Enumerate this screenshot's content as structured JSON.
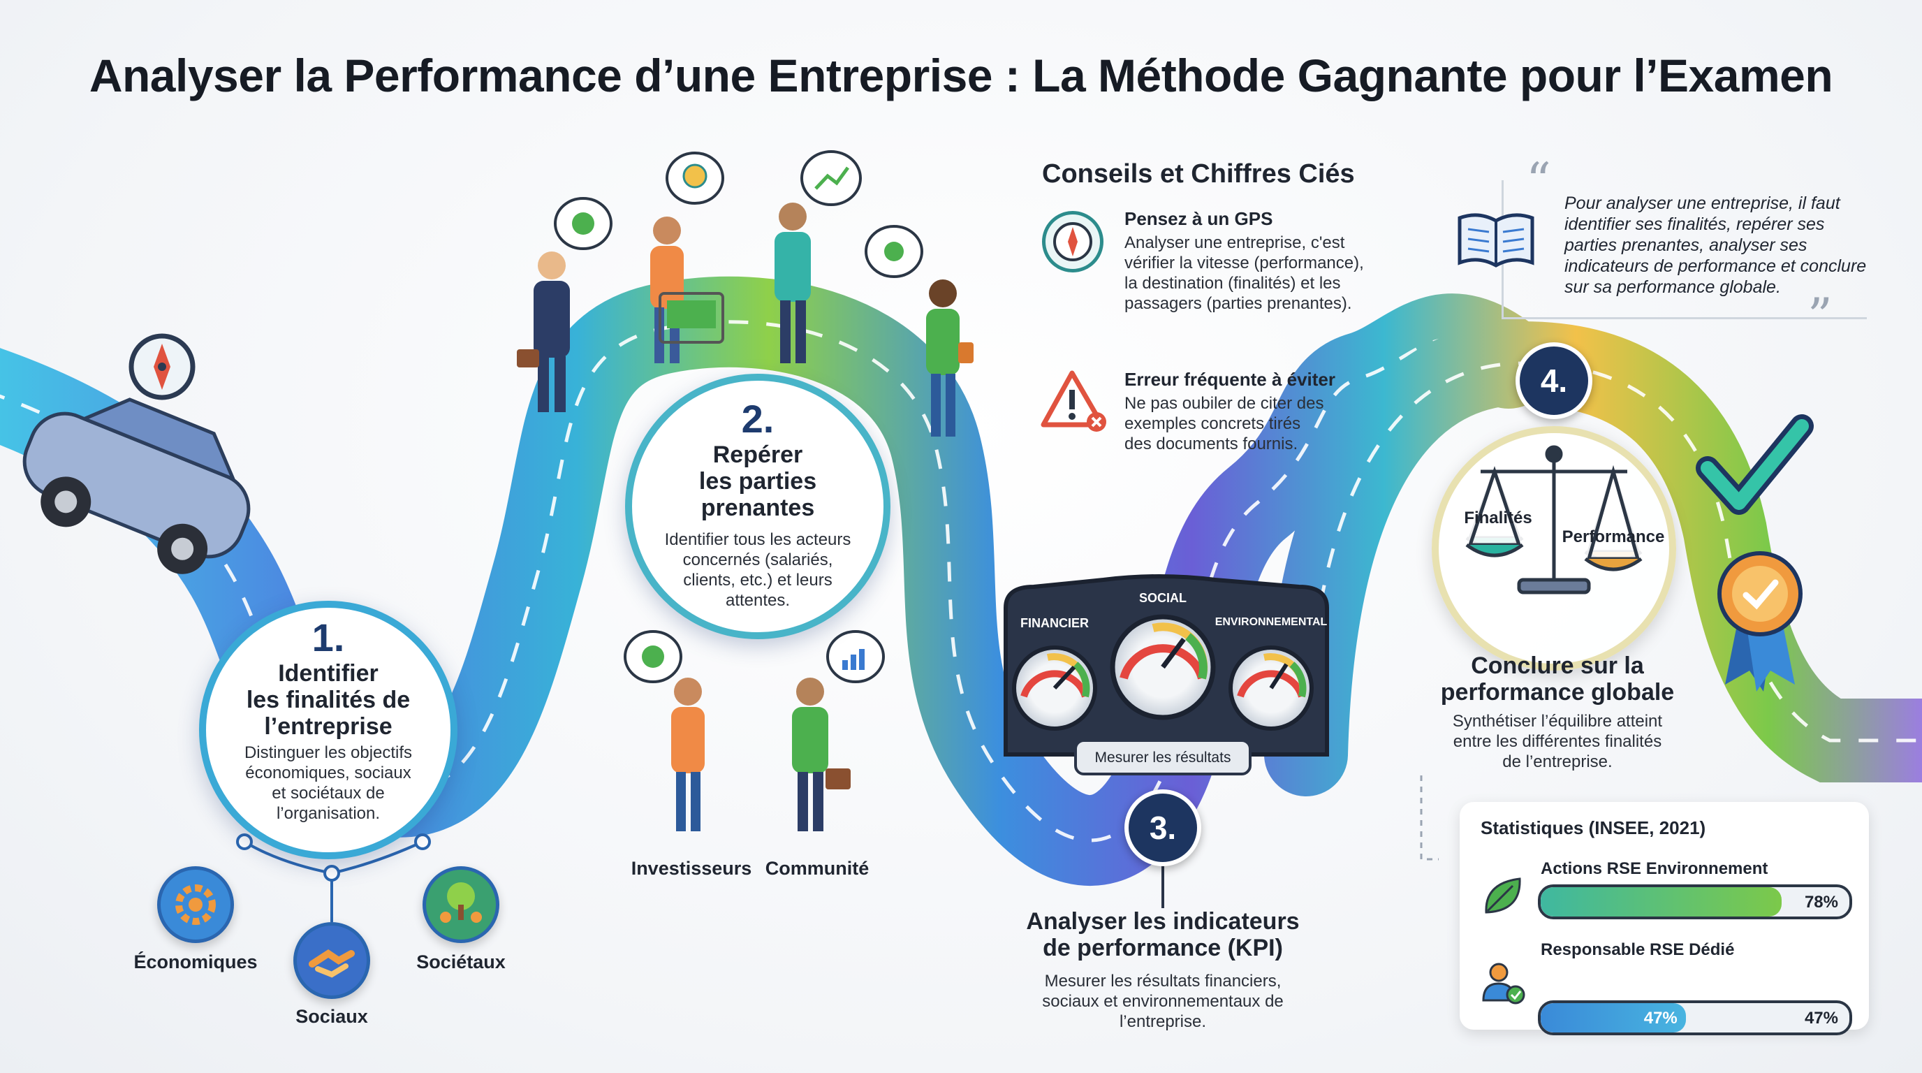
{
  "title": "Analyser la Performance d’une Entreprise : La Méthode Gagnante pour l’Examen",
  "colors": {
    "road_start": "#3fb8e0",
    "road_mid": "#7cc94a",
    "road_end": "#8a6fd6",
    "navy": "#1d3560",
    "accent_orange": "#f09a3e"
  },
  "step1": {
    "number": "1.",
    "title_line1": "Identifier",
    "title_line2": "les finalités de",
    "title_line3": "l’entreprise",
    "desc_line1": "Distinguer les objectifs",
    "desc_line2": "économiques, sociaux",
    "desc_line3": "et sociétaux de",
    "desc_line4": "l’organisation.",
    "finalites": [
      {
        "label": "Économiques",
        "icon": "gear-icon"
      },
      {
        "label": "Sociaux",
        "icon": "handshake-icon"
      },
      {
        "label": "Sociétaux",
        "icon": "tree-people-icon"
      }
    ]
  },
  "step2": {
    "number": "2.",
    "title_line1": "Repérer",
    "title_line2": "les parties",
    "title_line3": "prenantes",
    "desc_line1": "Identifier tous les acteurs",
    "desc_line2": "concernés (salariés,",
    "desc_line3": "clients, etc.) et leurs",
    "desc_line4": "attentes.",
    "stakeholders": [
      {
        "label": "Investisseurs"
      },
      {
        "label": "Communité"
      }
    ]
  },
  "step3": {
    "number": "3.",
    "title_line1": "Analyser les indicateurs",
    "title_line2": "de performance (KPI)",
    "desc_line1": "Mesurer les résultats financiers,",
    "desc_line2": "sociaux et environnementaux de",
    "desc_line3": "l’entreprise.",
    "dashboard": {
      "gauge_labels": [
        "FINANCIER",
        "SOCIAL",
        "ENVIRONNEMENTAL"
      ],
      "caption": "Mesurer les résultats"
    }
  },
  "step4": {
    "number": "4.",
    "title_line1": "Conclure sur la",
    "title_line2": "performance globale",
    "desc_line1": "Synthétiser l’équilibre atteint",
    "desc_line2": "entre les différentes finalités",
    "desc_line3": "de l’entreprise.",
    "scale_left": "Finalités",
    "scale_right": "Performance"
  },
  "tips": {
    "heading": "Conseils et Chiffres Ciés",
    "gps": {
      "title": "Pensez à un GPS",
      "line1": "Analyser une entreprise, c'est",
      "line2": "vérifier la vitesse (performance),",
      "line3": "la destination (finalités) et les",
      "line4": "passagers (parties prenantes)."
    },
    "error": {
      "title": "Erreur fréquente à éviter",
      "line1": "Ne pas oubiler de citer des",
      "line2": "exemples concrets tirés",
      "line3": "des documents fournis."
    }
  },
  "quote": {
    "line1": "Pour analyser une entreprise, il faut",
    "line2": "identifier ses finalités, repérer ses",
    "line3": "parties prenantes, analyser ses",
    "line4": "indicateurs de performance et conclure",
    "line5": "sur sa performance globale."
  },
  "stats": {
    "title": "Statistiques (INSEE, 2021)",
    "items": [
      {
        "label": "Actions RSE Environnement",
        "value": 78,
        "value_text": "78%",
        "icon": "leaf-icon"
      },
      {
        "label": "Responsable RSE Dédié",
        "value": 47,
        "value_text": "47%",
        "inner_text": "47%",
        "icon": "person-check-icon"
      }
    ]
  }
}
